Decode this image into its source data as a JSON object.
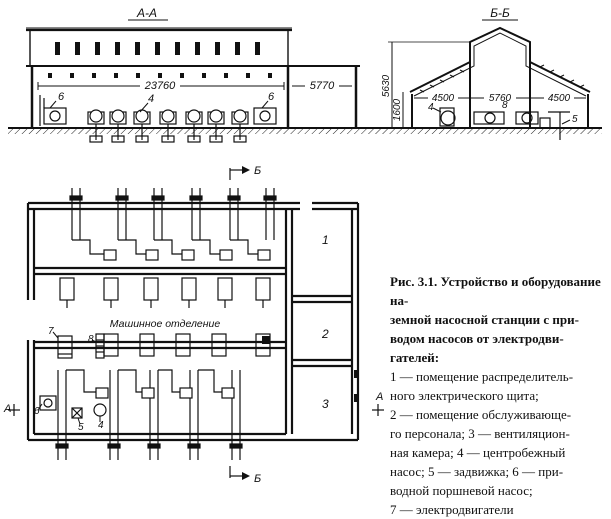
{
  "sections": {
    "aa_title": "А-А",
    "bb_title": "Б-Б",
    "b_marker": "Б",
    "a_marker": "А"
  },
  "dimensions": {
    "aa_length": "23760",
    "aa_annex": "5770",
    "bb_height_total": "5630",
    "bb_height_inner": "1600",
    "bb_left": "4500",
    "bb_mid": "5760",
    "bb_right": "4500"
  },
  "labels": {
    "n1": "1",
    "n2": "2",
    "n3": "3",
    "n4": "4",
    "n5": "5",
    "n6": "6",
    "n7": "7",
    "n8": "8",
    "machine_room": "Машинное отделение"
  },
  "caption": {
    "line1": "Рис. 3.1. Устройство и оборудование на-",
    "line2": "земной насосной станции с при-",
    "line3": "водом насосов от электродви-",
    "line4": "гателей:",
    "line5": "1 — помещение распределитель-",
    "line6": "ного электрического щита;",
    "line7": "2 — помещение обслуживающе-",
    "line8": "го персонала; 3 — вентиляцион-",
    "line9": "ная камера; 4 — центробежный",
    "line10": "насос; 5 — задвижка; 6 — при-",
    "line11": "водной поршневой насос;",
    "line12": "7 — электродвигатели"
  }
}
